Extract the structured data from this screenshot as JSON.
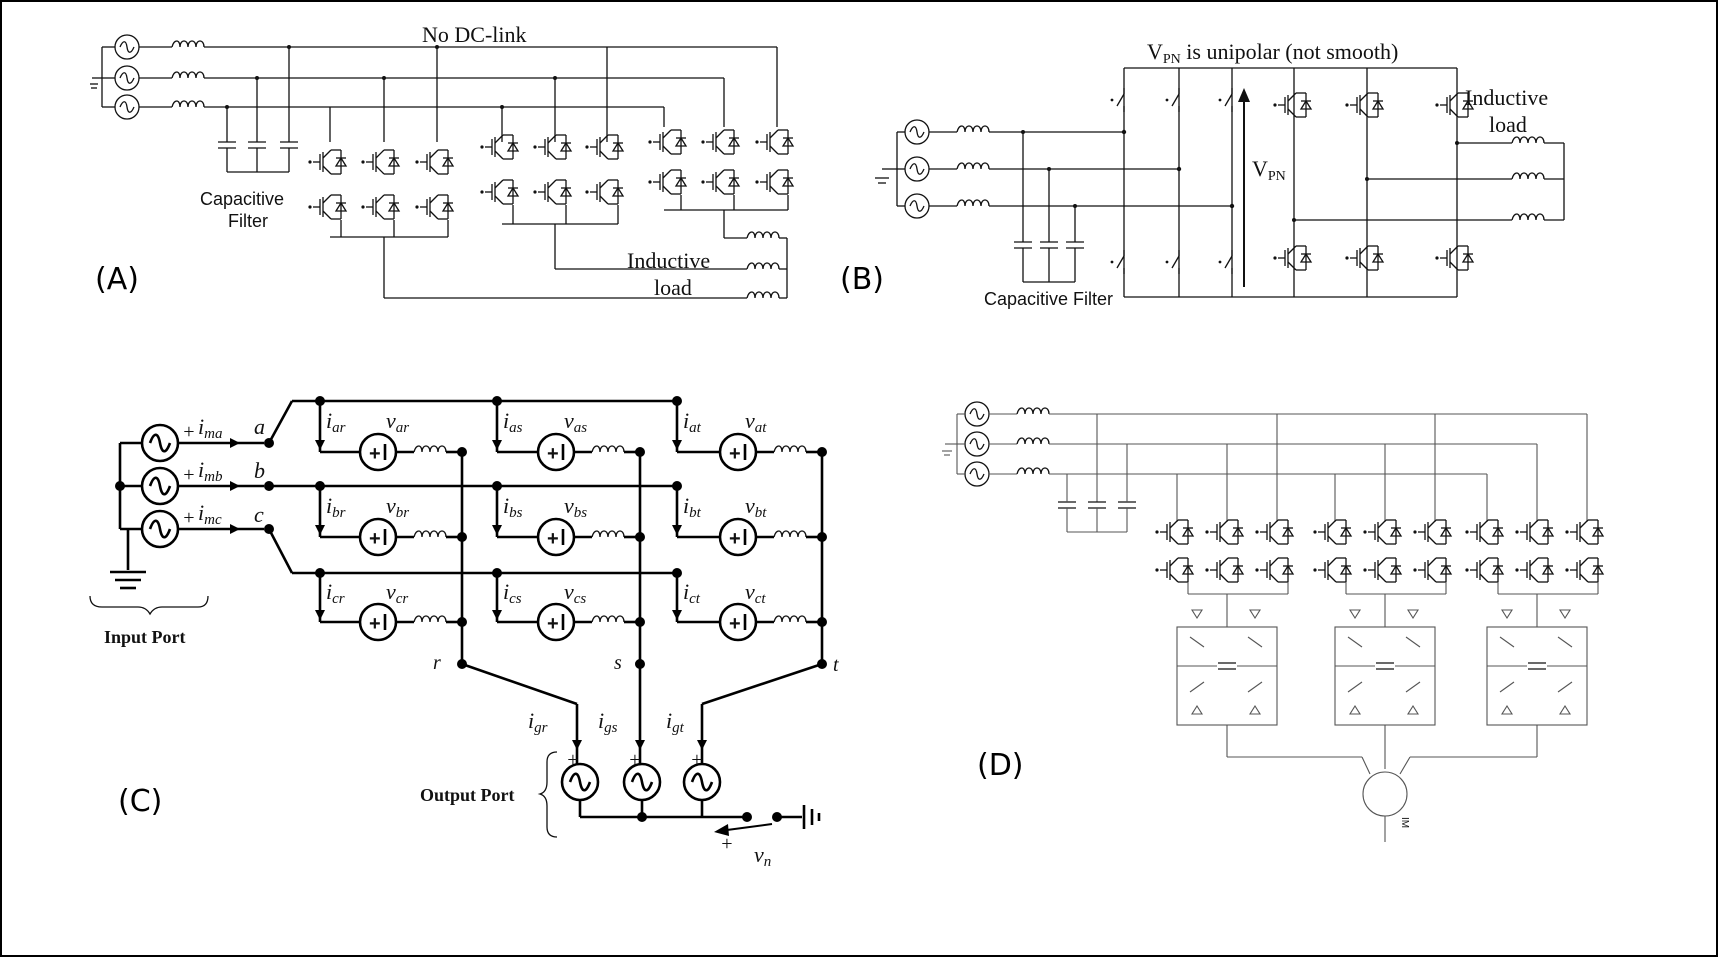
{
  "panels": {
    "a": {
      "letter": "(A)",
      "top_note": "No DC-link",
      "filter_label_1": "Capacitive",
      "filter_label_2": "Filter",
      "load_label_1": "Inductive",
      "load_label_2": "load"
    },
    "b": {
      "letter": "(B)",
      "vpn_note_main": "V",
      "vpn_note_sub": "PN",
      "vpn_note_rest": " is unipolar (not smooth)",
      "vpn_label_main": "V",
      "vpn_label_sub": "PN",
      "load_label_1": "Inductive",
      "load_label_2": "load",
      "filter_label": "Capacitive Filter"
    },
    "c": {
      "letter": "(C)",
      "input_port": "Input Port",
      "output_port": "Output Port",
      "input_nodes": [
        "a",
        "b",
        "c"
      ],
      "input_currents": [
        {
          "main": "i",
          "sub": "ma"
        },
        {
          "main": "i",
          "sub": "mb"
        },
        {
          "main": "i",
          "sub": "mc"
        }
      ],
      "branch_currents": [
        [
          {
            "main": "i",
            "sub": "ar"
          },
          {
            "main": "i",
            "sub": "as"
          },
          {
            "main": "i",
            "sub": "at"
          }
        ],
        [
          {
            "main": "i",
            "sub": "br"
          },
          {
            "main": "i",
            "sub": "bs"
          },
          {
            "main": "i",
            "sub": "bt"
          }
        ],
        [
          {
            "main": "i",
            "sub": "cr"
          },
          {
            "main": "i",
            "sub": "cs"
          },
          {
            "main": "i",
            "sub": "ct"
          }
        ]
      ],
      "branch_voltages": [
        [
          {
            "main": "v",
            "sub": "ar"
          },
          {
            "main": "v",
            "sub": "as"
          },
          {
            "main": "v",
            "sub": "at"
          }
        ],
        [
          {
            "main": "v",
            "sub": "br"
          },
          {
            "main": "v",
            "sub": "bs"
          },
          {
            "main": "v",
            "sub": "bt"
          }
        ],
        [
          {
            "main": "v",
            "sub": "cr"
          },
          {
            "main": "v",
            "sub": "cs"
          },
          {
            "main": "v",
            "sub": "ct"
          }
        ]
      ],
      "output_nodes": [
        "r",
        "s",
        "t"
      ],
      "output_currents": [
        {
          "main": "i",
          "sub": "gr"
        },
        {
          "main": "i",
          "sub": "gs"
        },
        {
          "main": "i",
          "sub": "gt"
        }
      ],
      "neutral_voltage": {
        "main": "v",
        "sub": "n"
      },
      "plus_sign": "+"
    },
    "d": {
      "letter": "(D)",
      "motor_label": "IM"
    }
  }
}
